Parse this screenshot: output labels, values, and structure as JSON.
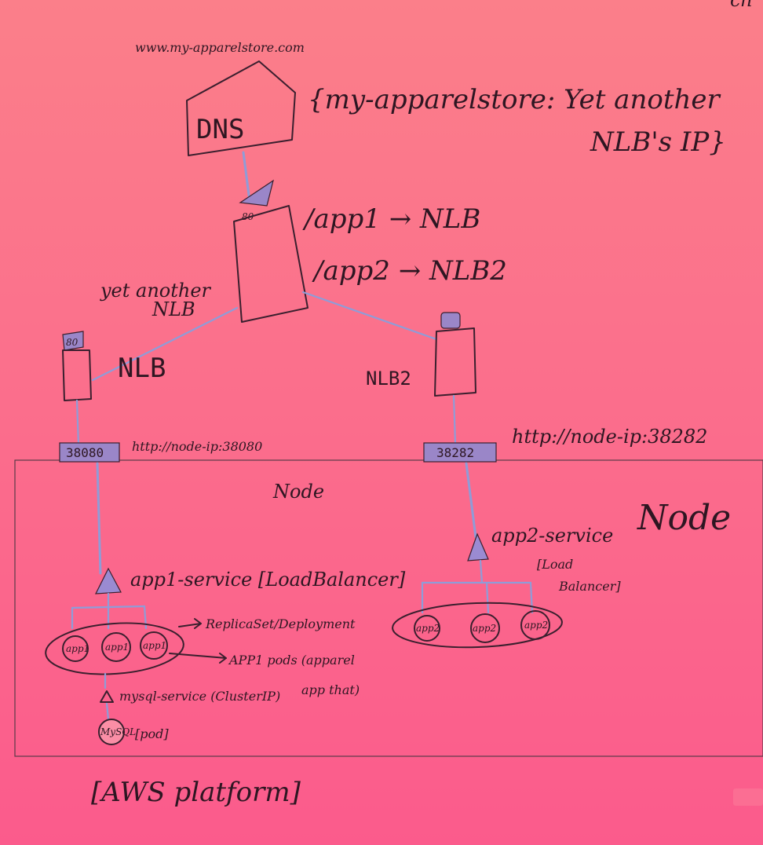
{
  "dns": {
    "url_note": "www.my-apparelstore.com",
    "box_label": "DNS",
    "record_line1": "{my-apparelstore: Yet another",
    "record_line2": "NLB's IP}"
  },
  "router": {
    "port": "80",
    "rule1": "/app1 → NLB",
    "rule2": "/app2 → NLB2",
    "side_note_line1": "yet another",
    "side_note_line2": "NLB"
  },
  "nlb1": {
    "port": "80",
    "label": "NLB"
  },
  "nlb2": {
    "label": "NLB2"
  },
  "nodeports": {
    "left_port": "38080",
    "left_url": "http://node-ip:38080",
    "right_port": "38282",
    "right_url": "http://node-ip:38282"
  },
  "node": {
    "label_small": "Node",
    "label_big": "Node"
  },
  "app1": {
    "service_label": "app1-service [LoadBalancer]",
    "replicaset_label": "ReplicaSet/Deployment",
    "pods_label_line1": "APP1 pods (apparel",
    "pods_label_line2": "app that)",
    "pods": [
      "app1",
      "app1",
      "app1"
    ]
  },
  "mysql": {
    "service_label": "mysql-service (ClusterIP)",
    "pod_circle": "MySQL",
    "pod_label": "[pod]"
  },
  "app2": {
    "service_label_line1": "app2-service",
    "service_label_line2": "[Load",
    "service_label_line3": "Balancer]",
    "pods": [
      "app2",
      "app2",
      "app2"
    ]
  },
  "platform_label": "[AWS platform]"
}
